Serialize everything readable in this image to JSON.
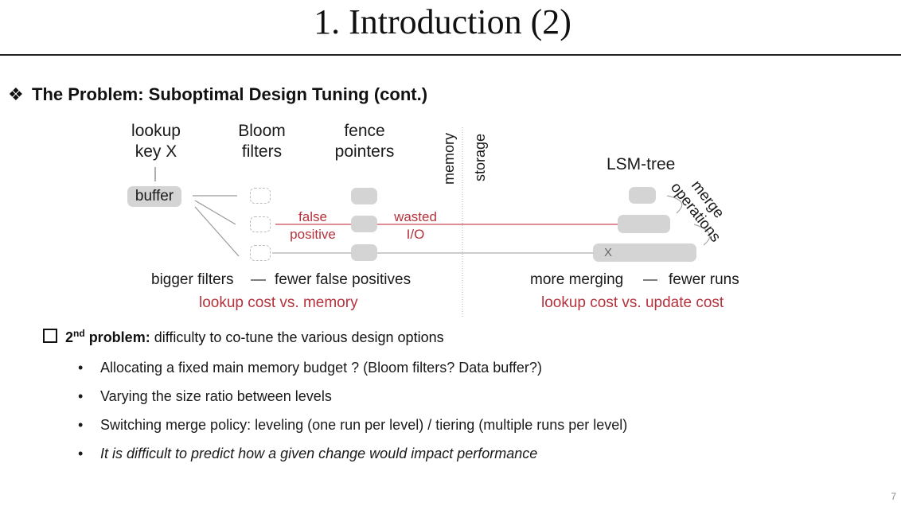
{
  "slide": {
    "title": "1. Introduction (2)",
    "heading_bullet": "❖",
    "heading": "The Problem: Suboptimal Design Tuning (cont.)",
    "page_number": "7"
  },
  "diagram": {
    "lookup_line1": "lookup",
    "lookup_line2": "key X",
    "bloom_line1": "Bloom",
    "bloom_line2": "filters",
    "fence_line1": "fence",
    "fence_line2": "pointers",
    "memory": "memory",
    "storage": "storage",
    "lsm_tree": "LSM-tree",
    "merge_line1": "merge",
    "merge_line2": "operations",
    "buffer": "buffer",
    "false_positive_line1": "false",
    "false_positive_line2": "positive",
    "wasted_io_line1": "wasted",
    "wasted_io_line2": "I/O",
    "x_mark": "X",
    "tradeoff1_left": "bigger filters",
    "tradeoff1_right": "fewer false positives",
    "tradeoff1_caption": "lookup cost vs. memory",
    "tradeoff2_left": "more merging",
    "tradeoff2_right": "fewer runs",
    "tradeoff2_caption": "lookup cost vs. update cost",
    "dash": "—",
    "colors": {
      "accent_red": "#b5323c",
      "block_gray": "#d4d4d4"
    }
  },
  "problem2": {
    "label_prefix": "2",
    "label_sup": "nd",
    "label_suffix": " problem:",
    "text": " difficulty to co-tune the various design options",
    "bullet": "•",
    "items": [
      "Allocating a fixed main memory budget ? (Bloom filters? Data buffer?)",
      "Varying the size ratio between levels",
      "Switching merge policy: leveling (one run per level) / tiering (multiple runs per level)",
      "It is difficult to predict how a given change would impact performance"
    ]
  }
}
